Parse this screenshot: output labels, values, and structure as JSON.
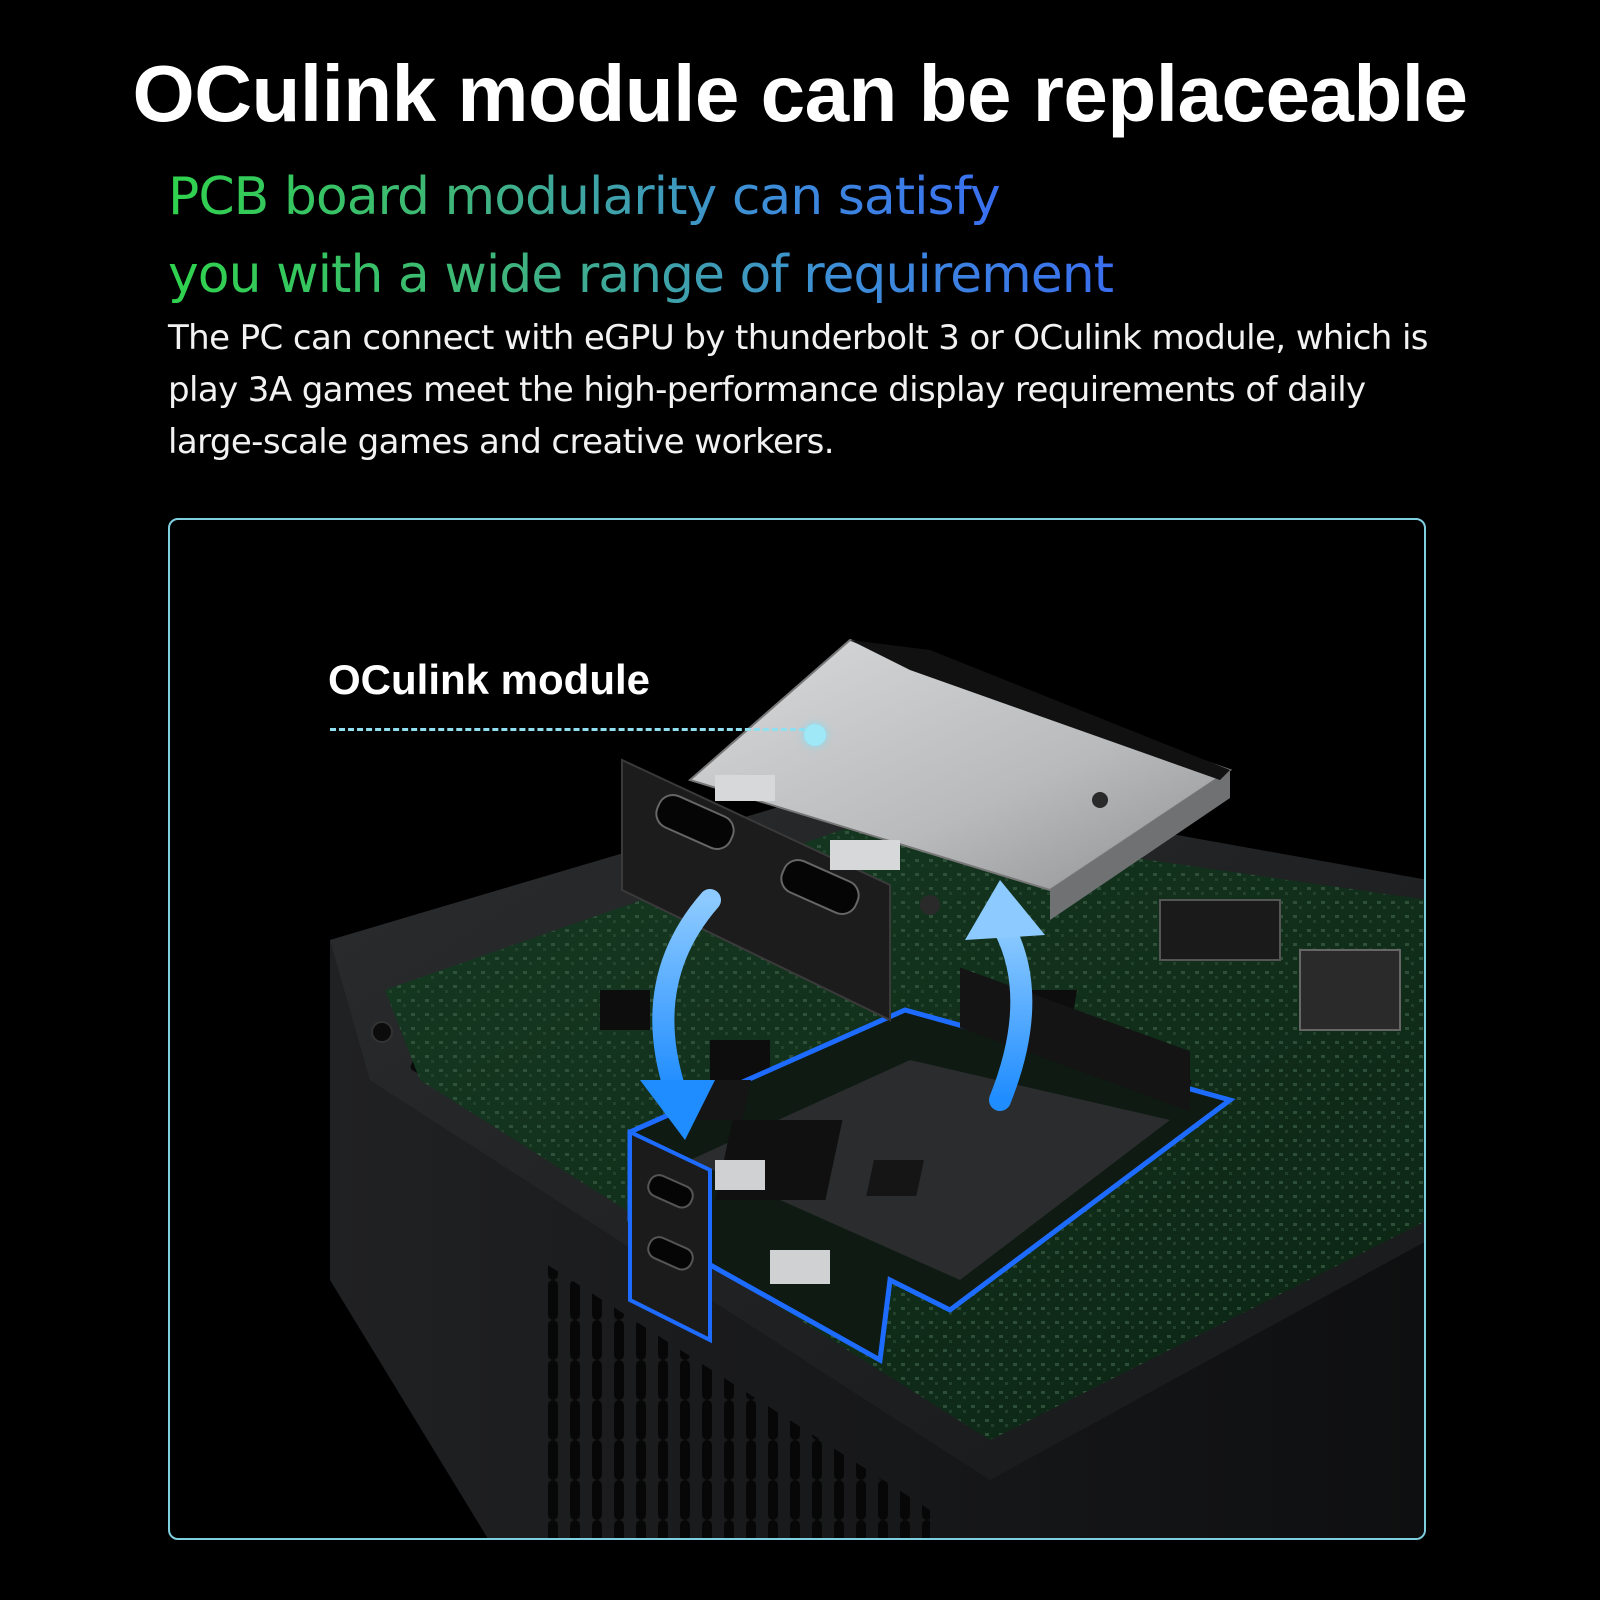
{
  "header": {
    "title": "OCulink module can be replaceable",
    "subtitle_line1": "PCB board modularity can satisfy",
    "subtitle_line2": "you with a wide range of requirement",
    "description": "The PC can connect with eGPU by thunderbolt 3 or OCulink module, which is play 3A games meet the high-performance display requirements of daily large-scale games and creative workers."
  },
  "illustration": {
    "callout_label": "OCulink module"
  },
  "colors": {
    "accent_green": "#2fd24d",
    "accent_blue": "#3a6ff0",
    "panel_border": "#7fcfe0",
    "highlight_outline": "#1e6cff"
  }
}
